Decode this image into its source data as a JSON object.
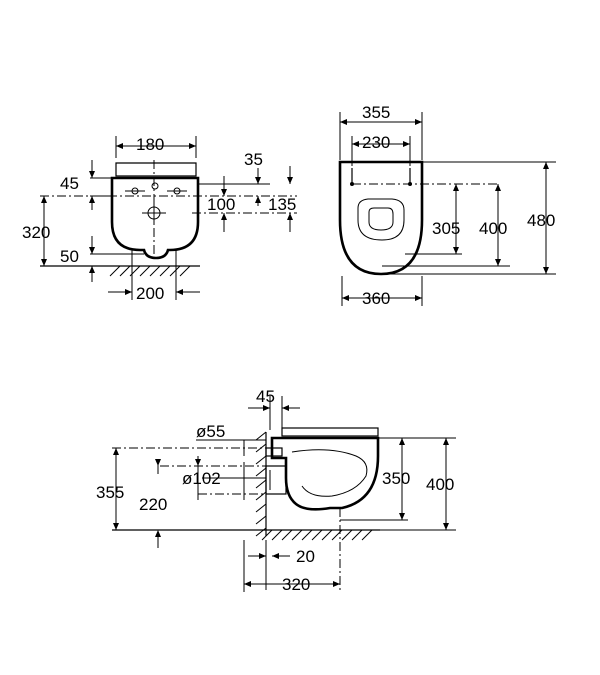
{
  "views": {
    "front": {
      "dims": {
        "width_top": "180",
        "offset_top": "45",
        "offset_right": "35",
        "height_upper": "100",
        "height_right": "135",
        "height_total": "320",
        "bottom": "50",
        "width_bottom": "200"
      }
    },
    "top": {
      "dims": {
        "width_outer": "355",
        "width_inner": "230",
        "depth_inner": "305",
        "depth_mid": "400",
        "depth_total": "480",
        "width_bottom": "360"
      }
    },
    "side": {
      "dims": {
        "wall_offset": "45",
        "diameter_small": "ø55",
        "diameter_large": "ø102",
        "height_total": "355",
        "height_mid": "220",
        "height_right": "350",
        "height_outer": "400",
        "wall_gap": "20",
        "depth": "320"
      }
    }
  }
}
